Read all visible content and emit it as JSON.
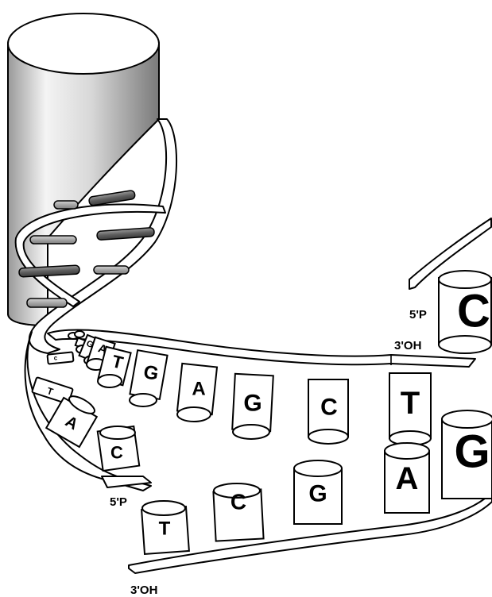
{
  "labels": {
    "top_strand_5p": "5'P",
    "top_strand_3oh": "3'OH",
    "bottom_strand_5p": "5'P",
    "bottom_strand_3oh": "3'OH"
  },
  "top_bases": [
    {
      "letter": "G"
    },
    {
      "letter": "A"
    },
    {
      "letter": "T"
    },
    {
      "letter": "G"
    },
    {
      "letter": "A"
    },
    {
      "letter": "G"
    },
    {
      "letter": "C"
    },
    {
      "letter": "T"
    }
  ],
  "bottom_bases": [
    {
      "letter": "C"
    },
    {
      "letter": "T"
    },
    {
      "letter": "A"
    },
    {
      "letter": "C"
    },
    {
      "letter": "T"
    },
    {
      "letter": "C"
    },
    {
      "letter": "G"
    },
    {
      "letter": "A"
    },
    {
      "letter": "G"
    }
  ],
  "right_top_base": {
    "letter": "C"
  },
  "colors": {
    "cylinder_light": "#e6e6e6",
    "cylinder_dark": "#8a8a8a",
    "rung_dark": "#6b6b6b",
    "rung_light": "#b0b0b0"
  }
}
